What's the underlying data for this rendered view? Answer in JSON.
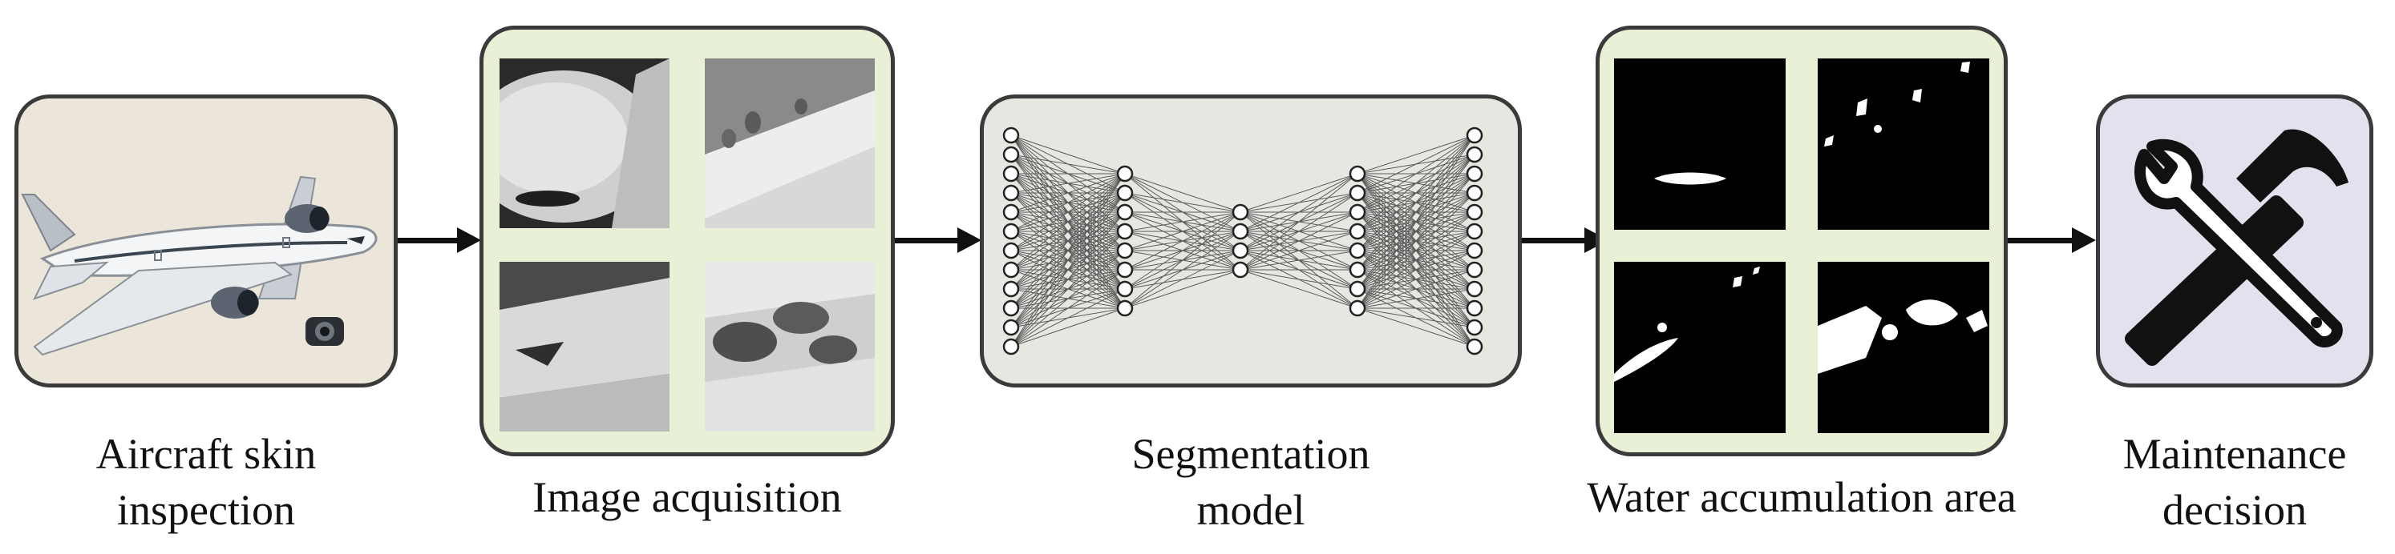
{
  "stages": [
    {
      "id": "skin",
      "caption_lines": [
        "Aircraft skin",
        "inspection"
      ],
      "fill": "#ece5da"
    },
    {
      "id": "acquisition",
      "caption_lines": [
        "Image acquisition"
      ],
      "fill": "#e8f0d5"
    },
    {
      "id": "model",
      "caption_lines": [
        "Segmentation",
        "model"
      ],
      "fill": "#e8e6e1"
    },
    {
      "id": "water",
      "caption_lines": [
        "Water accumulation area"
      ],
      "fill": "#e8f0d5"
    },
    {
      "id": "decision",
      "caption_lines": [
        "Maintenance",
        "decision"
      ],
      "fill": "#e2e2ef"
    }
  ],
  "network": {
    "layers": [
      12,
      8,
      4,
      8,
      12
    ]
  },
  "icons": {
    "aircraft": "airplane-with-drone-icon",
    "tools": "wrench-and-hammer-icon"
  }
}
